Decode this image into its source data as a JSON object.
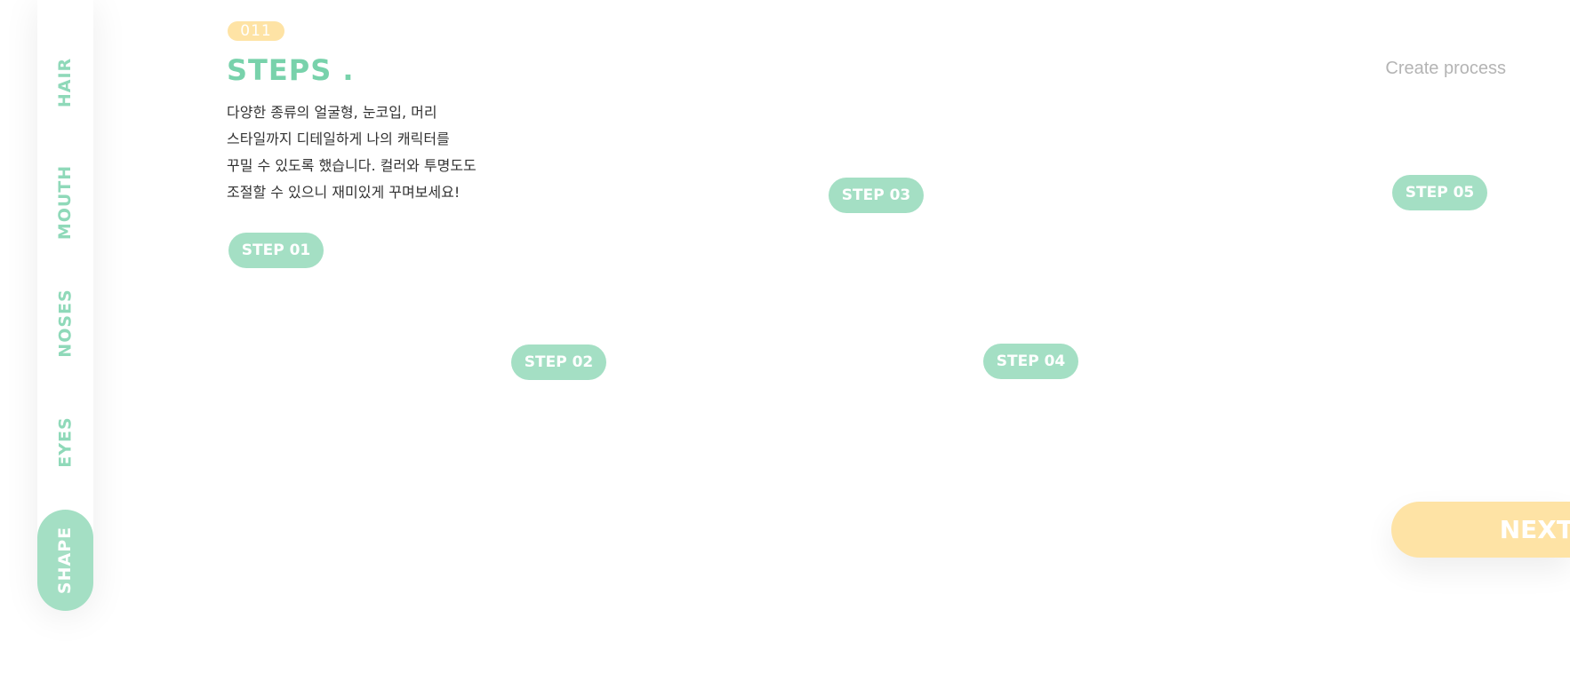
{
  "sidebar": {
    "items": [
      {
        "label": "HAIR",
        "active": false
      },
      {
        "label": "MOUTH",
        "active": false
      },
      {
        "label": "NOSES",
        "active": false
      },
      {
        "label": "EYES",
        "active": false
      },
      {
        "label": "SHAPE",
        "active": true
      }
    ]
  },
  "header": {
    "badge": "011",
    "title": "STEPS .",
    "top_link": "Create process"
  },
  "description": {
    "lines": [
      "다양한 종류의 얼굴형, 눈코입, 머리",
      "스타일까지 디테일하게 나의 캐릭터를",
      "꾸밀 수 있도록 했습니다. 컬러와 투명도도",
      "조절할 수 있으니 재미있게 꾸며보세요!"
    ]
  },
  "steps": [
    {
      "label": "STEP 01"
    },
    {
      "label": "STEP 02"
    },
    {
      "label": "STEP 03"
    },
    {
      "label": "STEP 04"
    },
    {
      "label": "STEP 05"
    }
  ],
  "next_button": {
    "label": "NEXT"
  },
  "colors": {
    "mint": "#a4dfc4",
    "mint_text": "#78d2ab",
    "yellow": "#fee3a5",
    "muted_text": "#b4b4b4",
    "body_text": "#333333"
  }
}
